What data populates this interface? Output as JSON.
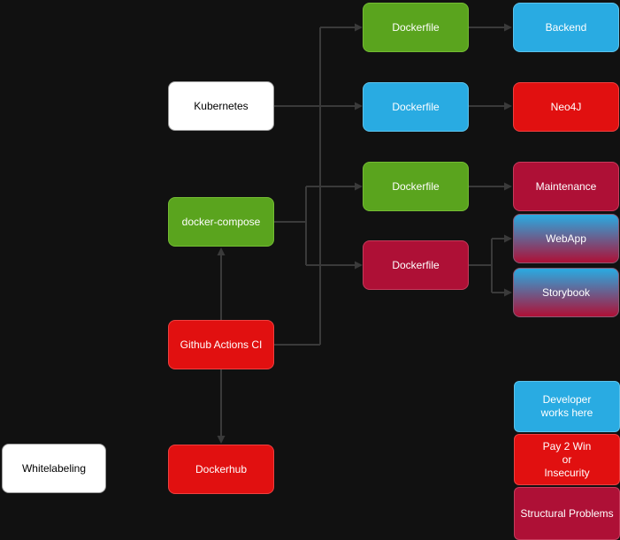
{
  "diagram": {
    "nodes": {
      "kubernetes": {
        "label": "Kubernetes",
        "color": "#ffffff"
      },
      "docker_compose": {
        "label": "docker-compose",
        "color": "#5aa41e"
      },
      "github_actions": {
        "label": "Github Actions CI",
        "color": "#e11010"
      },
      "dockerhub": {
        "label": "Dockerhub",
        "color": "#e11010"
      },
      "whitelabeling": {
        "label": "Whitelabeling",
        "color": "#ffffff"
      },
      "dockerfile_backend": {
        "label": "Dockerfile",
        "color": "#5aa41e"
      },
      "dockerfile_neo4j": {
        "label": "Dockerfile",
        "color": "#29abe2"
      },
      "dockerfile_maintenance": {
        "label": "Dockerfile",
        "color": "#5aa41e"
      },
      "dockerfile_web": {
        "label": "Dockerfile",
        "color": "#ae1036"
      },
      "backend": {
        "label": "Backend",
        "color": "#29abe2"
      },
      "neo4j": {
        "label": "Neo4J",
        "color": "#e11010"
      },
      "maintenance": {
        "label": "Maintenance",
        "color": "#ae1036"
      },
      "webapp": {
        "label": "WebApp",
        "color": "blue-to-crimson-gradient"
      },
      "storybook": {
        "label": "Storybook",
        "color": "blue-to-crimson-gradient"
      }
    },
    "legend": {
      "developer": {
        "label": "Developer\nworks here",
        "color": "#29abe2"
      },
      "pay2win": {
        "label": "Pay 2 Win\nor\nInsecurity",
        "color": "#e11010"
      },
      "structural": {
        "label": "Structural Problems",
        "color": "#ae1036"
      }
    },
    "colors": {
      "background": "#111111",
      "edge": "#3a3a3a",
      "green": "#5aa41e",
      "blue": "#29abe2",
      "red": "#e11010",
      "crimson": "#ae1036",
      "white": "#ffffff"
    }
  }
}
